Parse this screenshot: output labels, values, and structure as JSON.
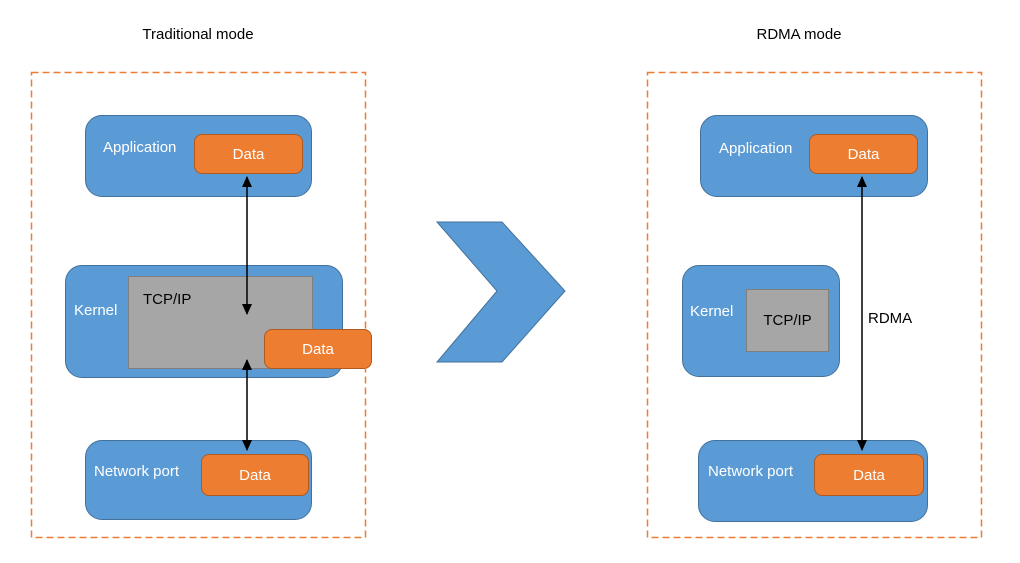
{
  "colors": {
    "blue_fill": "#5B9BD5",
    "blue_border": "#41719C",
    "orange_fill": "#ED7D31",
    "orange_border": "#AE5A21",
    "gray_fill": "#A6A6A6",
    "gray_border": "#7F7F7F",
    "dashed_border": "#ED7D31",
    "arrow": "#000000",
    "text_dark": "#000000",
    "text_light": "#FFFFFF",
    "background": "#FFFFFF"
  },
  "left": {
    "title": "Traditional mode",
    "application_label": "Application",
    "application_data_label": "Data",
    "kernel_label": "Kernel",
    "tcpip_label": "TCP/IP",
    "kernel_data_label": "Data",
    "network_label": "Network port",
    "network_data_label": "Data"
  },
  "right": {
    "title": "RDMA mode",
    "application_label": "Application",
    "application_data_label": "Data",
    "kernel_label": "Kernel",
    "tcpip_label": "TCP/IP",
    "network_label": "Network port",
    "network_data_label": "Data",
    "arrow_label": "RDMA"
  }
}
